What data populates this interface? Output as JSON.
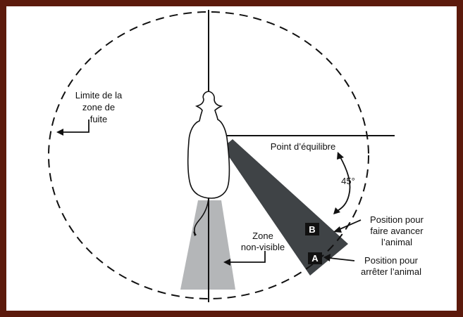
{
  "labels": {
    "flight_zone": [
      "Limite de la",
      "zone de",
      "fuite"
    ],
    "point_of_balance": "Point d’équilibre",
    "angle": "45°",
    "position_b": [
      "Position pour",
      "faire avancer",
      "l’animal"
    ],
    "position_a": [
      "Position pour",
      "arrêter l’animal"
    ],
    "blind_zone": [
      "Zone",
      "non-visible"
    ],
    "marker_a": "A",
    "marker_b": "B"
  },
  "colors": {
    "frame": "#5c1a0c",
    "dark_wedge": "#3f4346",
    "blind_wedge": "#b4b6b8",
    "line": "#111111"
  }
}
